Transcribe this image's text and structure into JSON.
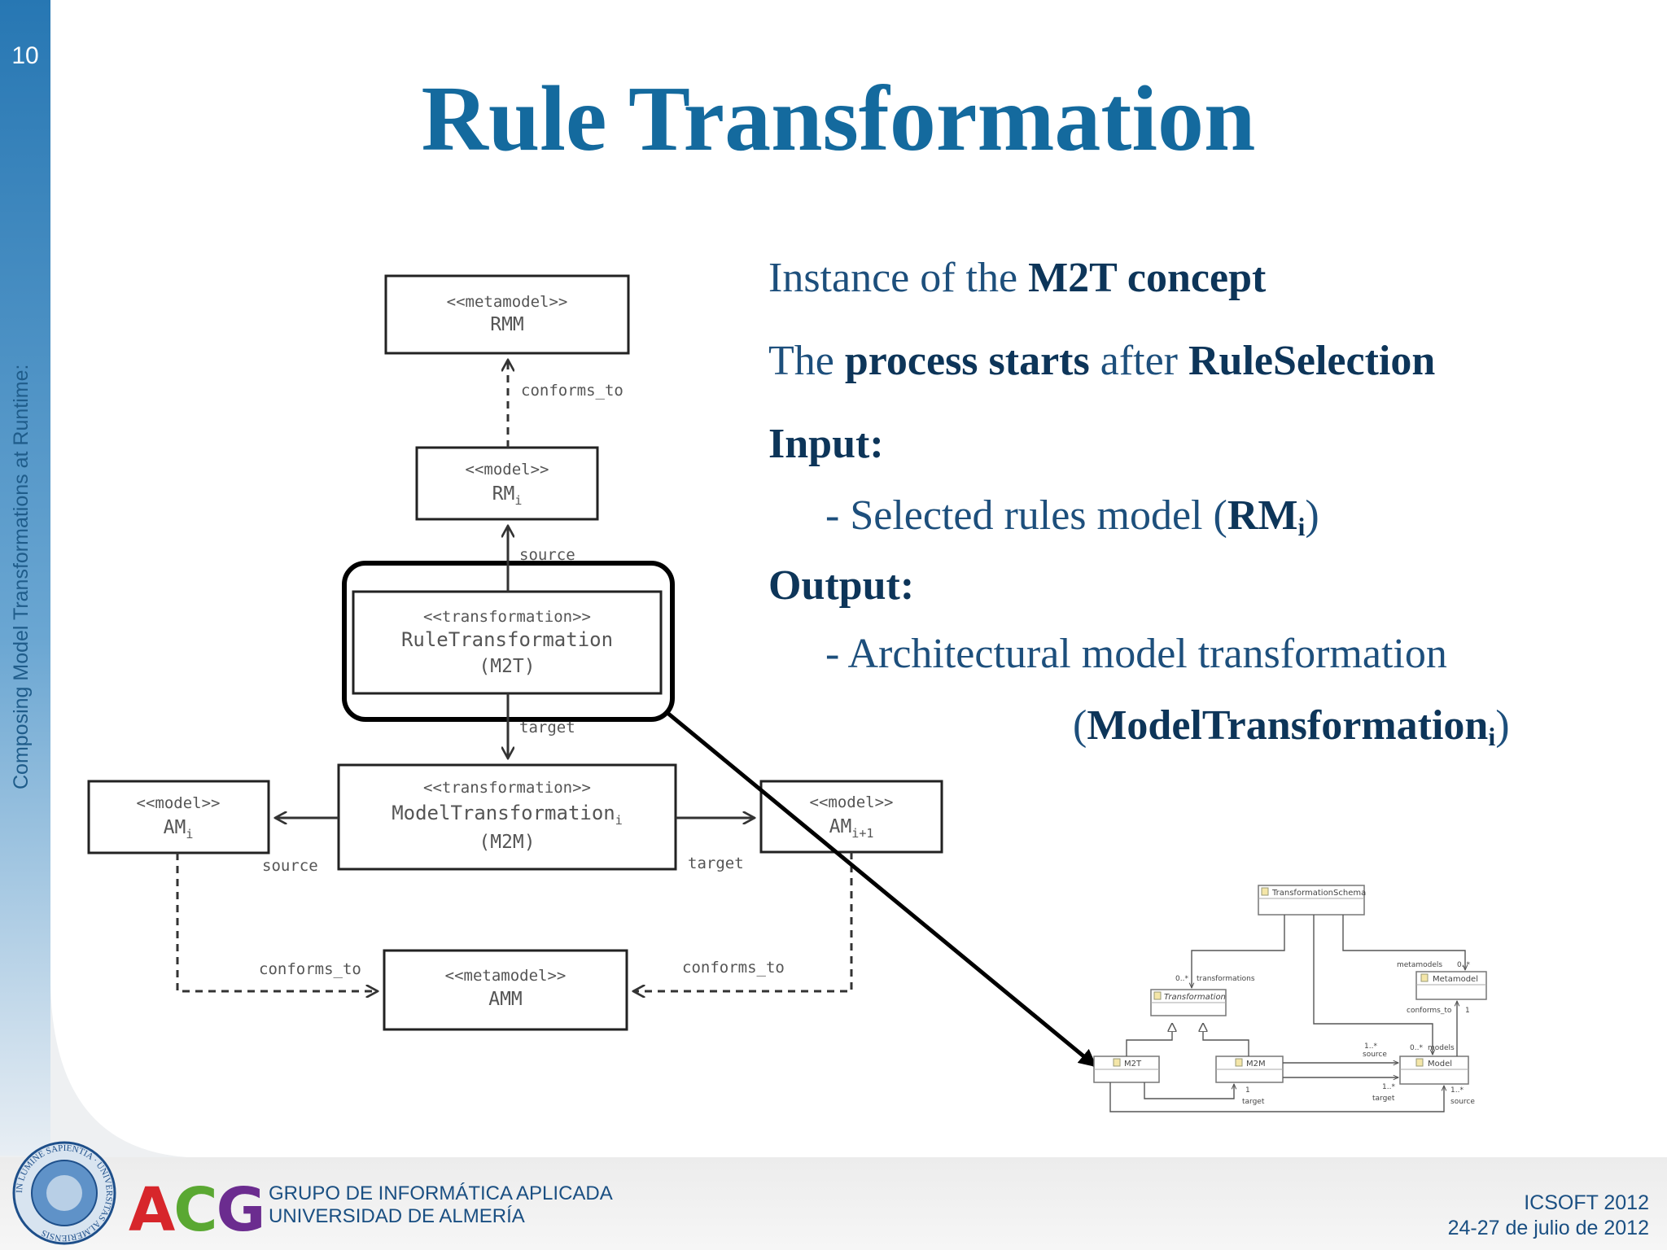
{
  "slide": {
    "number": "10",
    "side_title": "Composing Model Transformations at Runtime:"
  },
  "title": "Rule Transformation",
  "bullets": {
    "b1": {
      "pre": "Instance of  the ",
      "bold": "M2T concept"
    },
    "b2": {
      "pre": "The ",
      "bold1": "process starts",
      "mid": " after ",
      "bold2": "RuleSelection"
    },
    "input_label": "Input:",
    "input_item": {
      "pre": "- Selected rules model (",
      "bold": "RM",
      "sub": "i",
      "post": ")"
    },
    "output_label": "Output:",
    "output_item": "- Architectural model transformation",
    "output_item2": {
      "open": "(",
      "bold": "ModelTransformation",
      "sub": "i",
      "close": ")"
    }
  },
  "diagram": {
    "rmm": {
      "stereo": "<<metamodel>>",
      "name": "RMM"
    },
    "rm": {
      "stereo": "<<model>>",
      "name": "RM",
      "sub": "i"
    },
    "rt": {
      "stereo": "<<transformation>>",
      "name": "RuleTransformation",
      "kind": "(M2T)"
    },
    "mt": {
      "stereo": "<<transformation>>",
      "name": "ModelTransformation",
      "sub": "i",
      "kind": "(M2M)"
    },
    "am_i": {
      "stereo": "<<model>>",
      "name": "AM",
      "sub": "i"
    },
    "am_i1": {
      "stereo": "<<model>>",
      "name": "AM",
      "sub": "i+1"
    },
    "amm": {
      "stereo": "<<metamodel>>",
      "name": "AMM"
    },
    "labels": {
      "conforms_to": "conforms_to",
      "source": "source",
      "target": "target"
    }
  },
  "schema": {
    "transformation_schema": "TransformationSchema",
    "transformation": "Transformation",
    "metamodel": "Metamodel",
    "m2t": "M2T",
    "m2m": "M2M",
    "model": "Model",
    "mult_0n": "0..*",
    "mult_1n": "1..*",
    "mult_1": "1",
    "transformations": "transformations",
    "metamodels": "metamodels",
    "conforms_to": "conforms_to",
    "models": "models",
    "source": "source",
    "target": "target"
  },
  "footer": {
    "acg": "ACG",
    "org_line1": "GRUPO DE INFORMÁTICA APLICADA",
    "org_line2": "UNIVERSIDAD DE ALMERÍA",
    "conference": "ICSOFT 2012",
    "dates": "24-27 de julio de 2012",
    "seal_text": "IN LUMINE SAPIENTIA · UNIVERSITAS ALMERIENSIS"
  },
  "colors": {
    "accent": "#146a9e",
    "sidebar": "#2b7ab5",
    "acg_red": "#d7262b",
    "acg_green": "#5aa832",
    "acg_purple": "#6b2c8f"
  }
}
